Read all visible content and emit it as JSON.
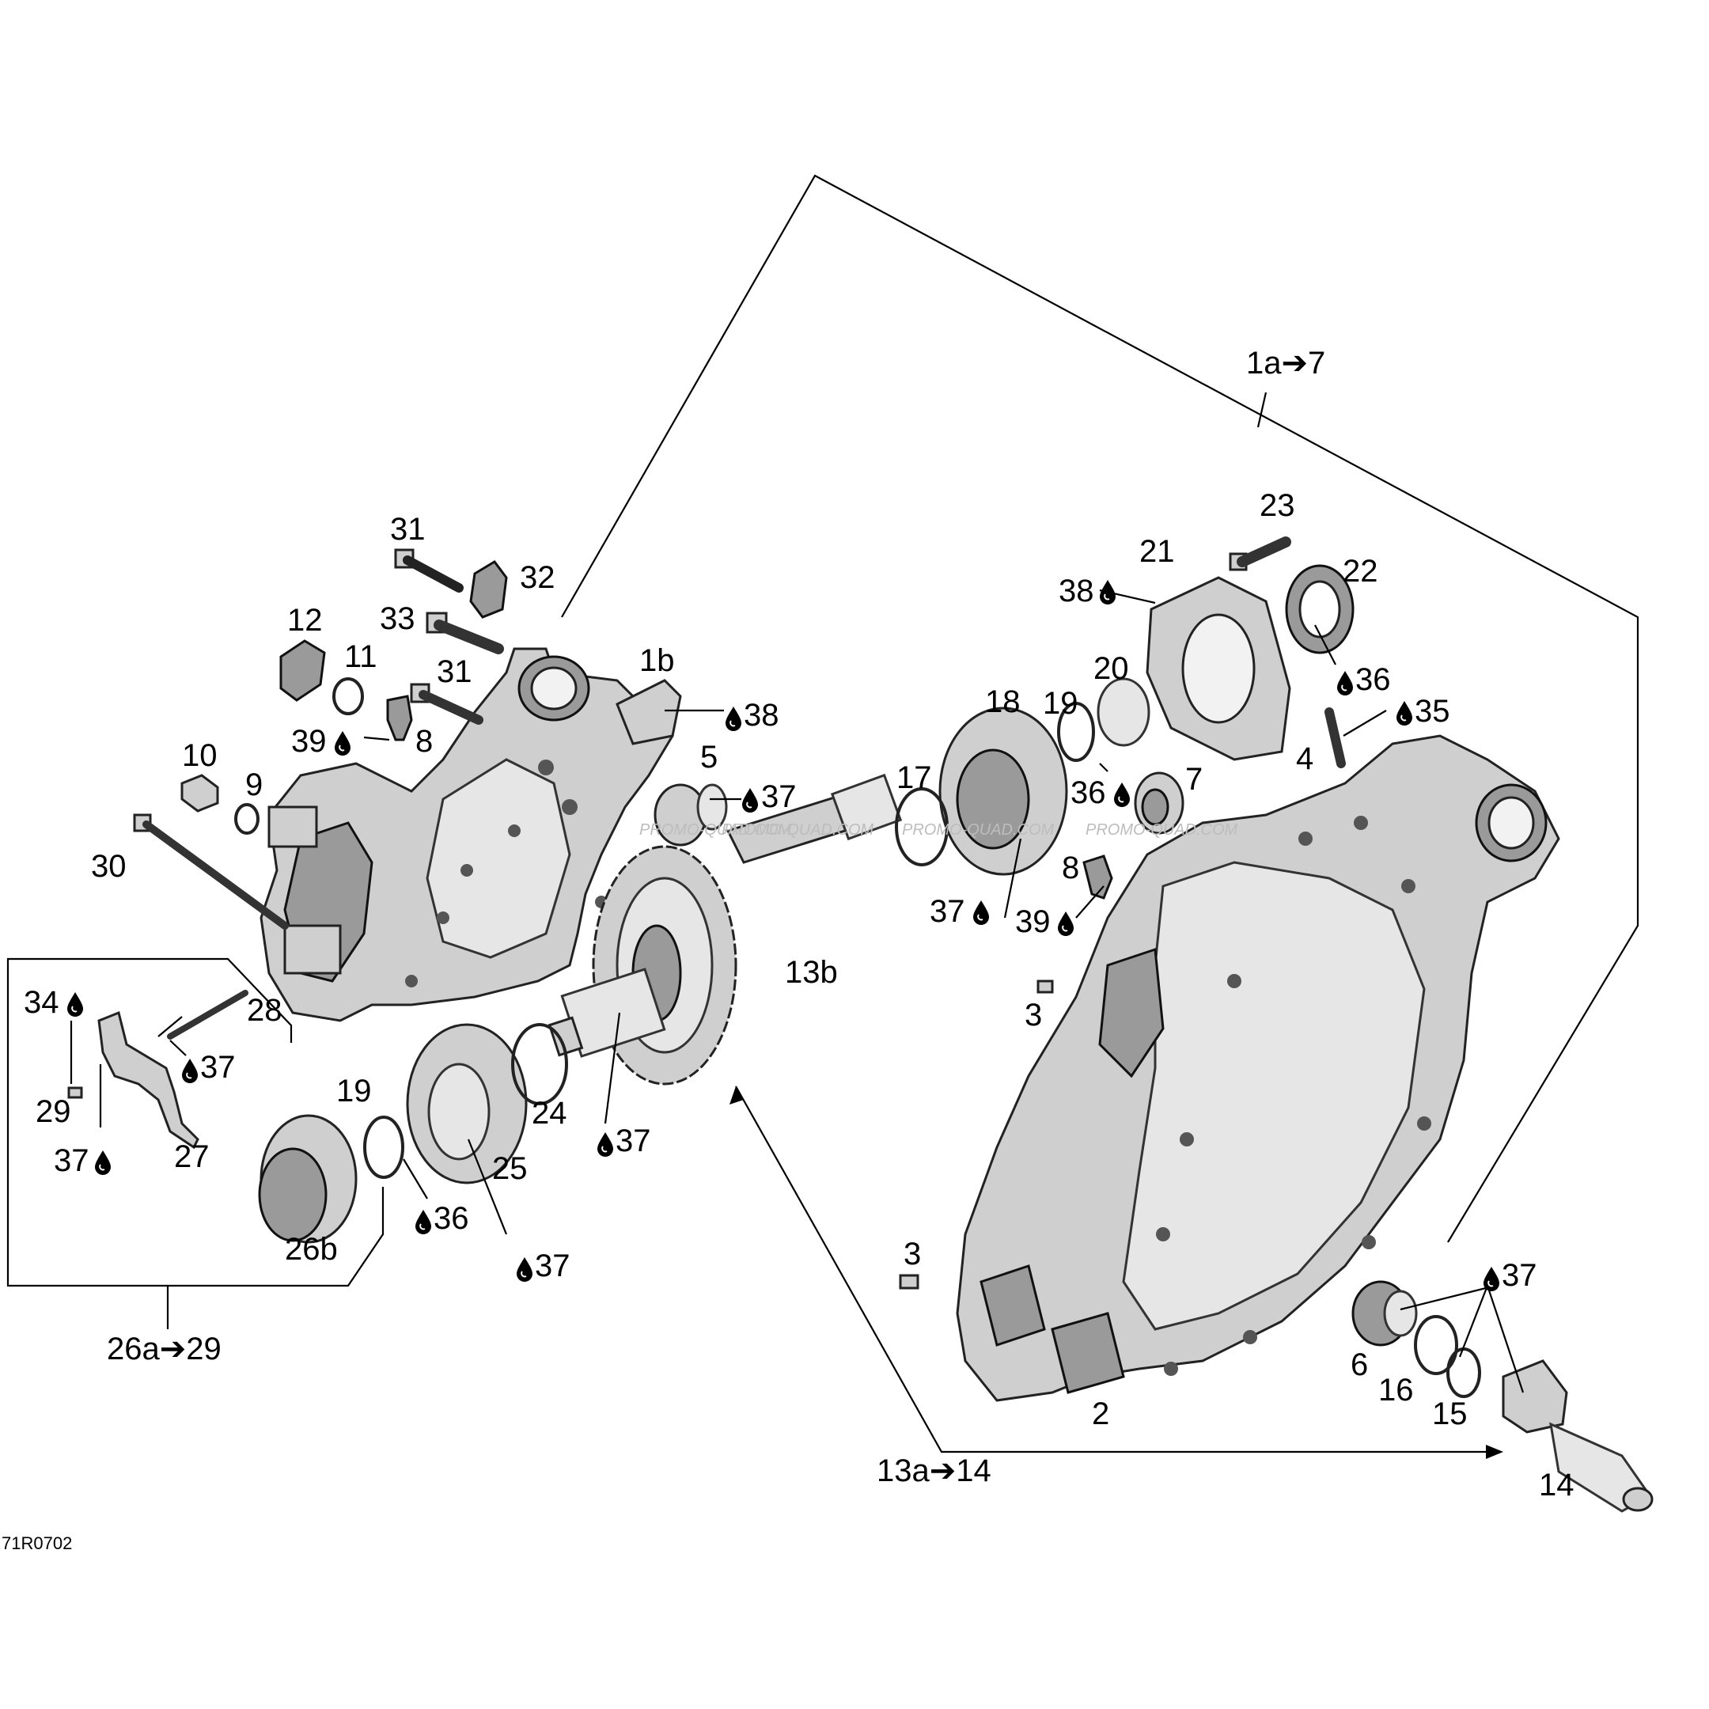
{
  "diagram_id": "71R0702",
  "watermark": "PROMO-QUAD.COM",
  "groups": {
    "g1": "1a➔7",
    "g13": "13a➔14",
    "g26": "26a➔29"
  },
  "labels": {
    "l1b": "1b",
    "l2": "2",
    "l3a": "3",
    "l3b": "3",
    "l4": "4",
    "l5": "5",
    "l6": "6",
    "l7": "7",
    "l8a": "8",
    "l8b": "8",
    "l9": "9",
    "l10": "10",
    "l11": "11",
    "l12": "12",
    "l13b": "13b",
    "l14": "14",
    "l15": "15",
    "l16": "16",
    "l17": "17",
    "l18": "18",
    "l19a": "19",
    "l19b": "19",
    "l20": "20",
    "l21": "21",
    "l22": "22",
    "l23": "23",
    "l24": "24",
    "l25": "25",
    "l26b": "26b",
    "l27": "27",
    "l28": "28",
    "l29": "29",
    "l30": "30",
    "l31a": "31",
    "l31b": "31",
    "l32": "32",
    "l33": "33"
  },
  "drops": {
    "d34": "34",
    "d35": "35",
    "d36a": "36",
    "d36b": "36",
    "d36c": "36",
    "d37a": "37",
    "d37b": "37",
    "d37c": "37",
    "d37d": "37",
    "d37e": "37",
    "d37f": "37",
    "d37g": "37",
    "d38a": "38",
    "d38b": "38",
    "d39a": "39",
    "d39b": "39"
  }
}
